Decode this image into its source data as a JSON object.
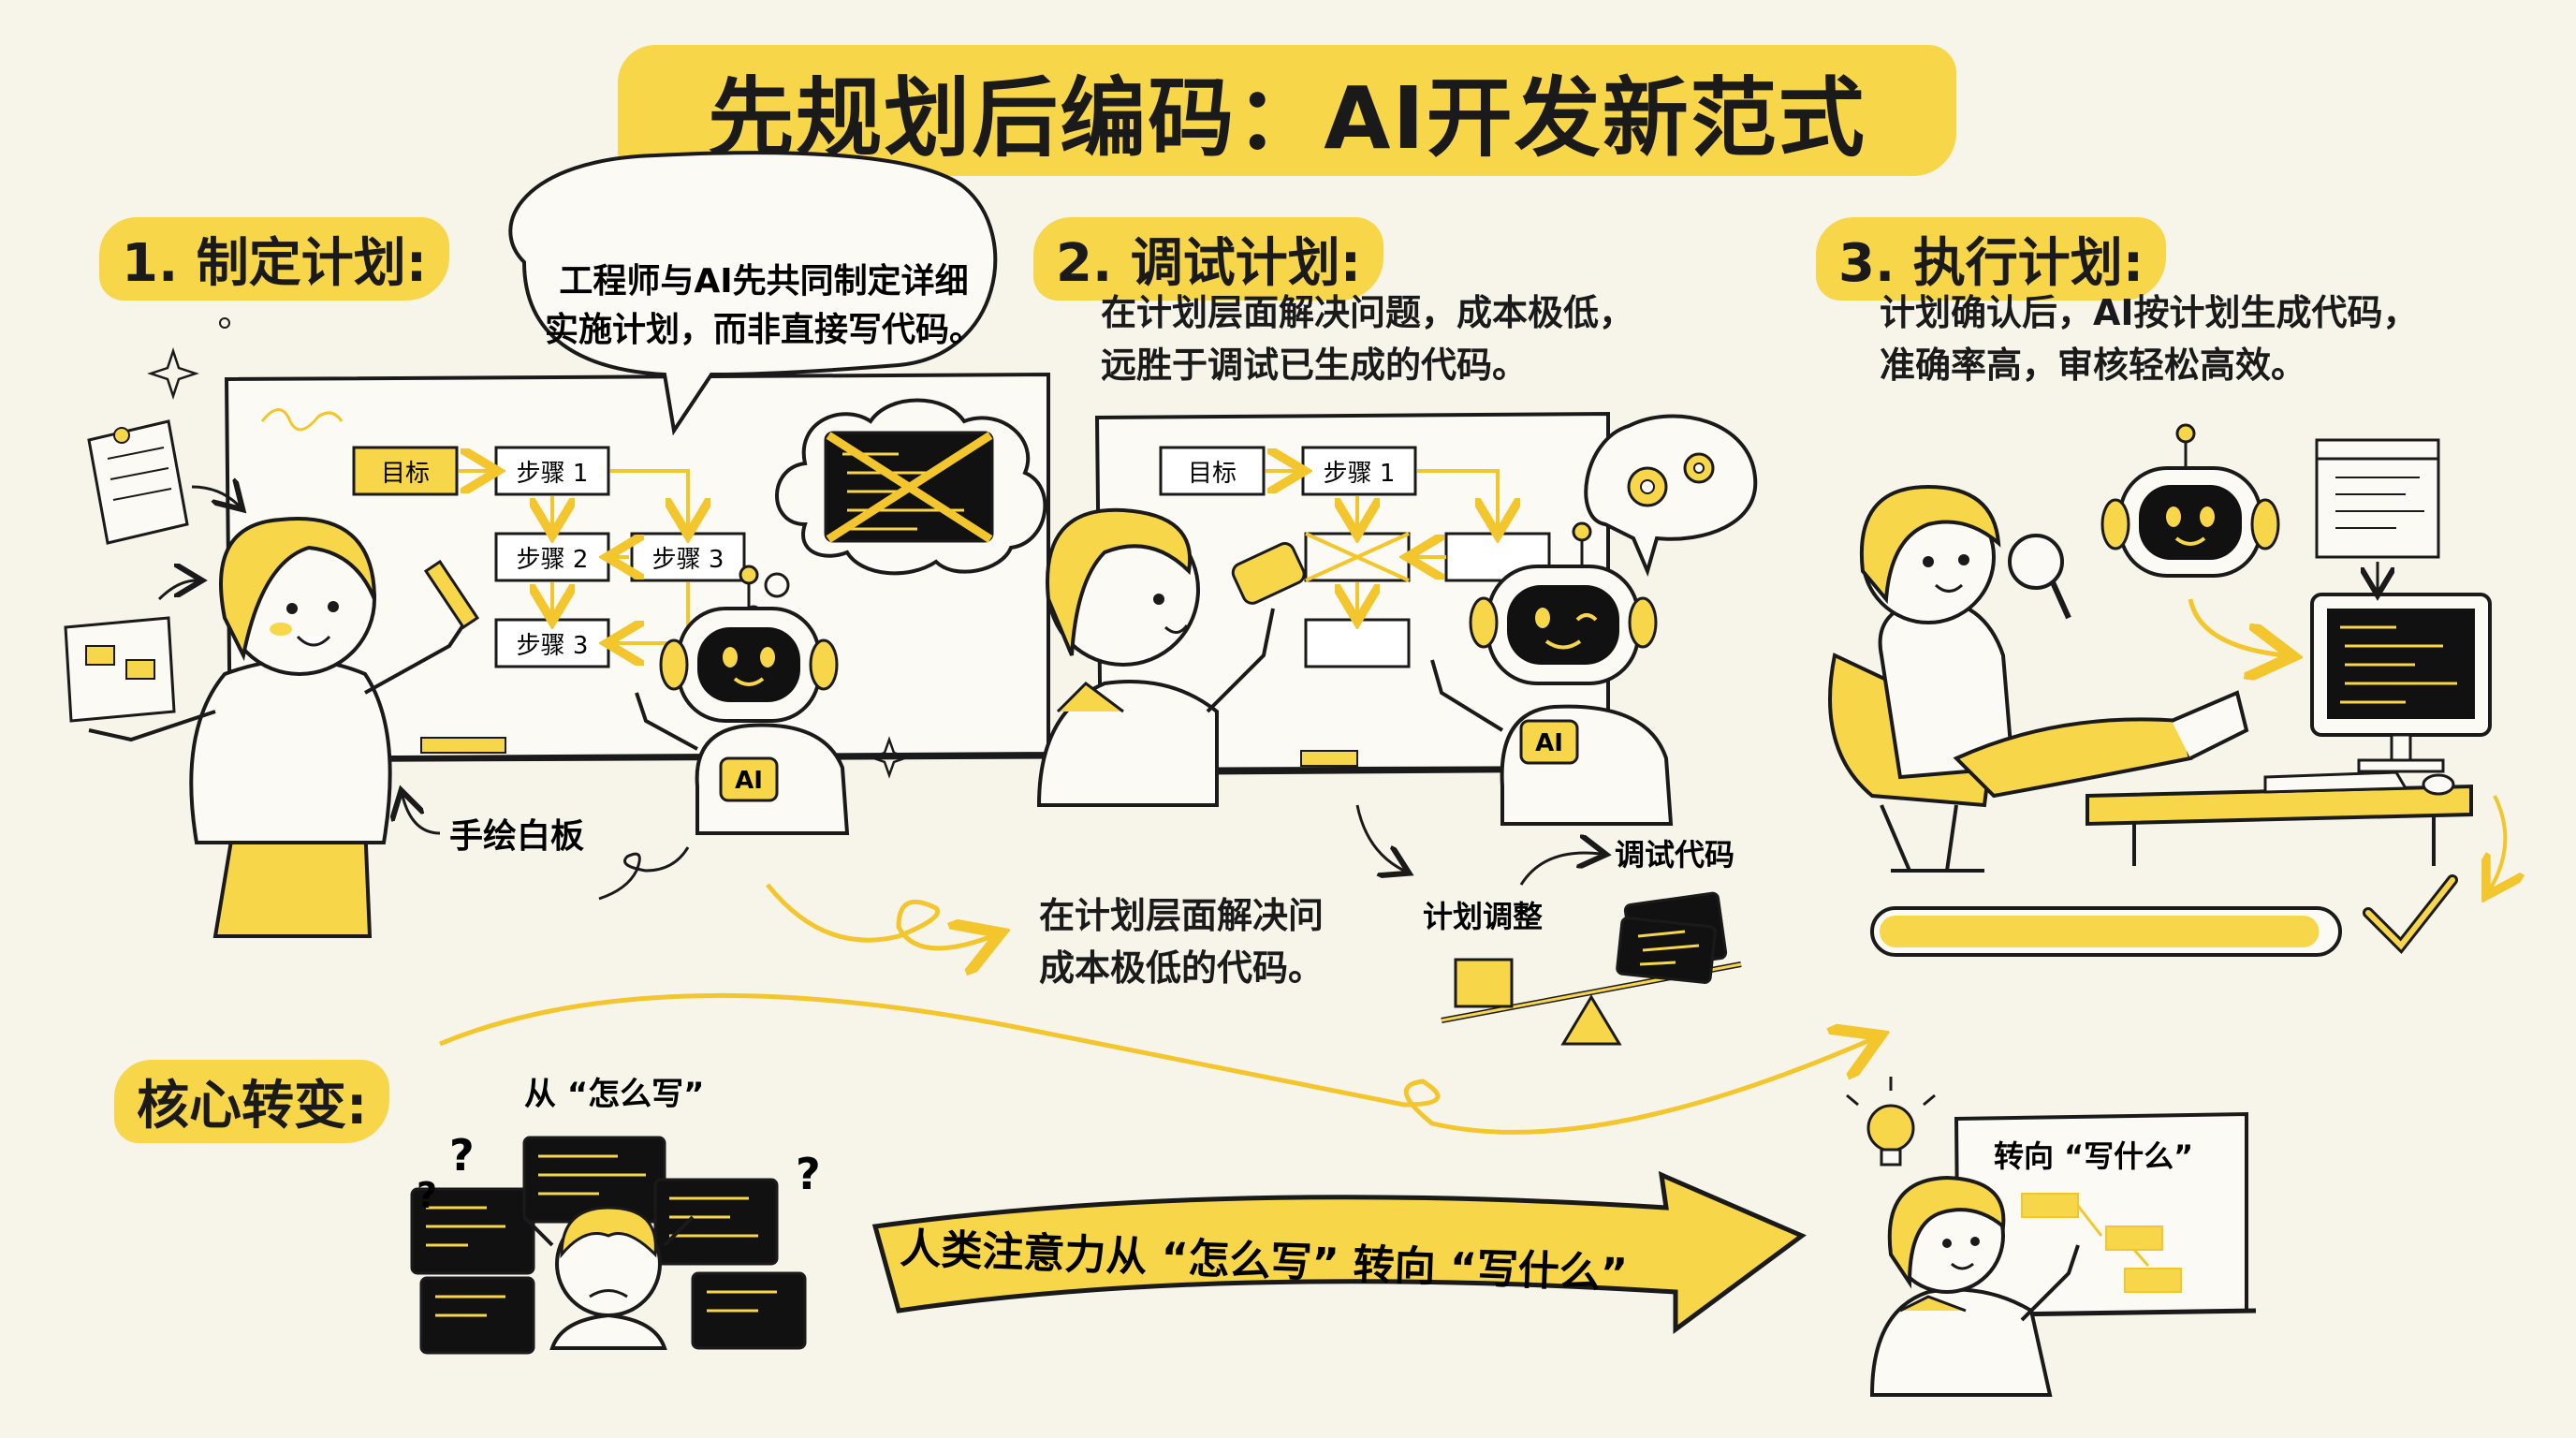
{
  "title": "先规划后编码：AI开发新范式",
  "sections": [
    {
      "heading": "1. 制定计划:",
      "speech": [
        "工程师与AI先共同制定详细",
        "实施计划，而非直接写代码。"
      ],
      "flow": {
        "goal": "目标",
        "step1": "步骤 1",
        "step2": "步骤 2",
        "step3a": "步骤 3",
        "step3b": "步骤 3"
      },
      "whiteboard_label": "手绘白板",
      "robot_badge": "AI"
    },
    {
      "heading": "2. 调试计划:",
      "desc": [
        "在计划层面解决问题，成本极低，",
        "远胜于调试已生成的代码。"
      ],
      "flow": {
        "goal": "目标",
        "step1": "步骤 1"
      },
      "bottom_note": [
        "在计划层面解决问",
        "成本极低的代码。"
      ],
      "scale_left": "计划调整",
      "scale_right": "调试代码",
      "robot_badge": "AI"
    },
    {
      "heading": "3. 执行计划:",
      "desc": [
        "计划确认后，AI按计划生成代码，",
        "准确率高，审核轻松高效。"
      ]
    }
  ],
  "core": {
    "heading": "核心转变:",
    "from": "从 “怎么写”",
    "banner": "人类注意力从 “怎么写” 转向 “写什么”",
    "to": "转向 “写什么”"
  },
  "colors": {
    "accent": "#f7d64a",
    "ink": "#1a1a1a",
    "paper": "#f7f4ea",
    "screen": "#111111"
  },
  "progress": {
    "fraction": 0.97
  }
}
